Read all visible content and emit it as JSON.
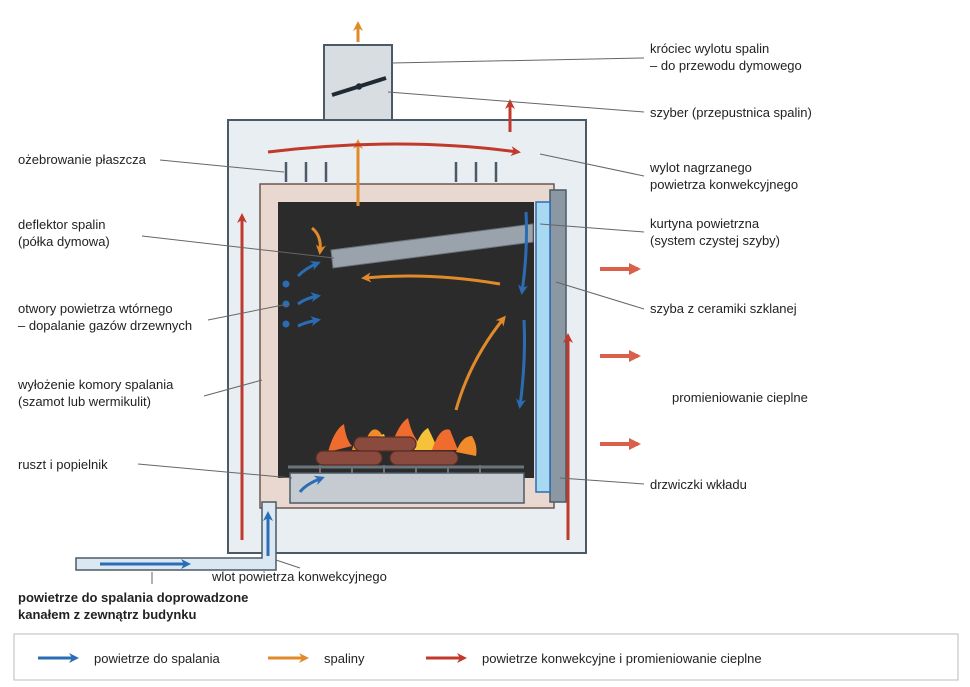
{
  "labels": {
    "outlet_spigot": [
      "króciec wylotu spalin",
      "– do przewodu dymowego"
    ],
    "damper": [
      "szyber (przepustnica spalin)"
    ],
    "warm_air_outlet": [
      "wylot nagrzanego",
      "powietrza konwekcyjnego"
    ],
    "air_curtain": [
      "kurtyna powietrzna",
      "(system czystej szyby)"
    ],
    "glass": [
      "szyba z ceramiki szklanej"
    ],
    "radiation": [
      "promieniowanie cieplne"
    ],
    "door": [
      "drzwiczki wkładu"
    ],
    "jacket_fins": [
      "ożebrowanie płaszcza"
    ],
    "deflector": [
      "deflektor spalin",
      "(półka dymowa)"
    ],
    "secondary_air": [
      "otwory powietrza wtórnego",
      "– dopalanie gazów drzewnych"
    ],
    "lining": [
      "wyłożenie komory spalania",
      "(szamot lub wermikulit)"
    ],
    "grate": [
      "ruszt i popielnik"
    ],
    "convection_inlet": [
      "wlot powietrza konwekcyjnego"
    ],
    "external_air": [
      "powietrze do spalania doprowadzone",
      "kanałem z zewnątrz budynku"
    ]
  },
  "legend": {
    "combustion_air": "powietrze do spalania",
    "flue_gas": "spaliny",
    "convection_heat": "powietrze konwekcyjne i promieniowanie cieplne"
  },
  "colors": {
    "combustion_air": "#2a6db5",
    "flue_gas": "#e08a2a",
    "convection_heat": "#c0392b",
    "radiation": "#d9604a",
    "chamber": "#2b2b2b",
    "lining": "#e8d8cf",
    "casing": "#e9eef3"
  }
}
